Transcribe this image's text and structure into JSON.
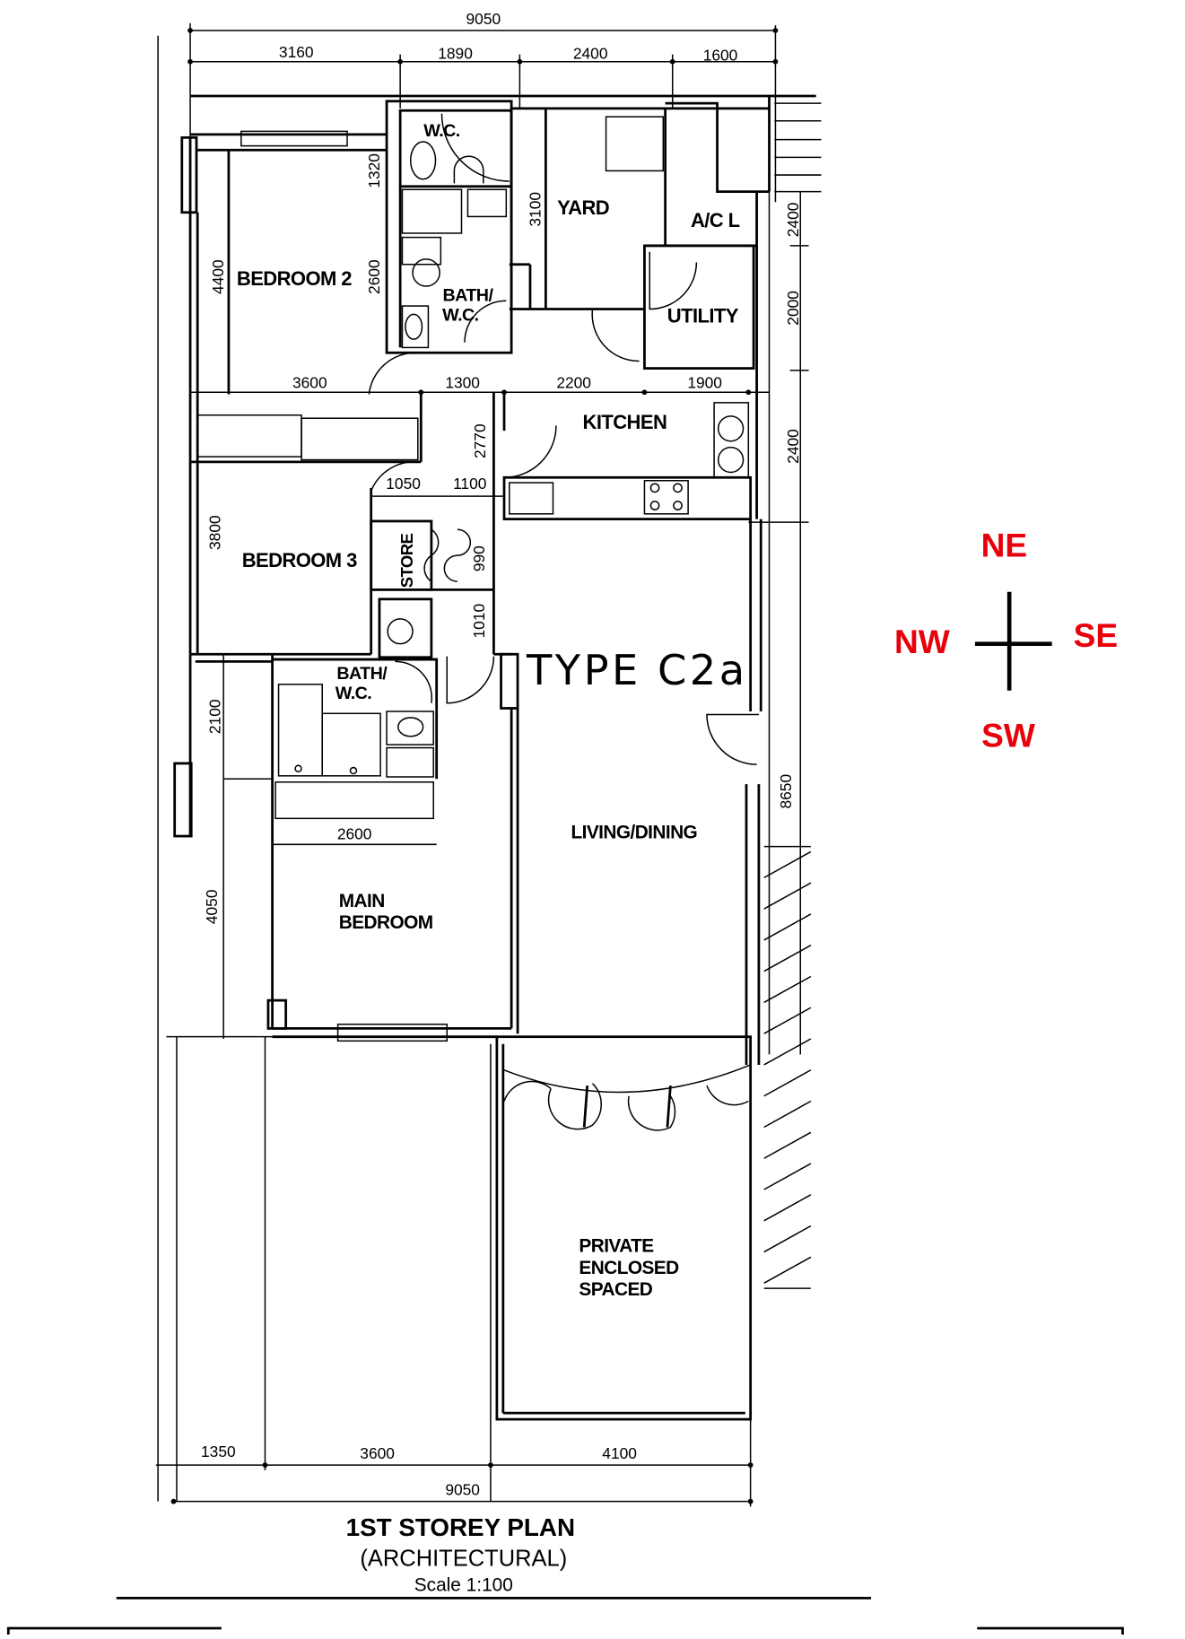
{
  "plan": {
    "type_label": "TYPE C2a",
    "title": "1ST STOREY PLAN",
    "subtitle": "(ARCHITECTURAL)",
    "scale": "Scale 1:100"
  },
  "rooms": {
    "bedroom2": "BEDROOM 2",
    "bedroom3": "BEDROOM 3",
    "wc": "W.C.",
    "bath1_l1": "BATH/",
    "bath1_l2": "W.C.",
    "yard": "YARD",
    "ac": "A/C L",
    "utility": "UTILITY",
    "kitchen": "KITCHEN",
    "store": "STORE",
    "bath2_l1": "BATH/",
    "bath2_l2": "W.C.",
    "living": "LIVING/DINING",
    "main_l1": "MAIN",
    "main_l2": "BEDROOM",
    "pes_l1": "PRIVATE",
    "pes_l2": "ENCLOSED",
    "pes_l3": "SPACED"
  },
  "dimensions": {
    "top_total": "9050",
    "top": [
      "3160",
      "1890",
      "2400",
      "1600"
    ],
    "mid": [
      "3600",
      "1300",
      "2200",
      "1900"
    ],
    "bottom": [
      "1350",
      "3600",
      "4100"
    ],
    "bottom_total": "9050",
    "v_4400": "4400",
    "v_1320": "1320",
    "v_2600": "2600",
    "v_3100": "3100",
    "v_2400a": "2400",
    "v_2000": "2000",
    "v_2770": "2770",
    "v_2400b": "2400",
    "h_1050": "1050",
    "h_1100": "1100",
    "v_3800": "3800",
    "v_990": "990",
    "v_1010": "1010",
    "v_2100": "2100",
    "v_8650": "8650",
    "h_2600": "2600",
    "v_4050": "4050"
  },
  "compass": {
    "ne": "NE",
    "nw": "NW",
    "se": "SE",
    "sw": "SW",
    "color": "#e8000b"
  }
}
